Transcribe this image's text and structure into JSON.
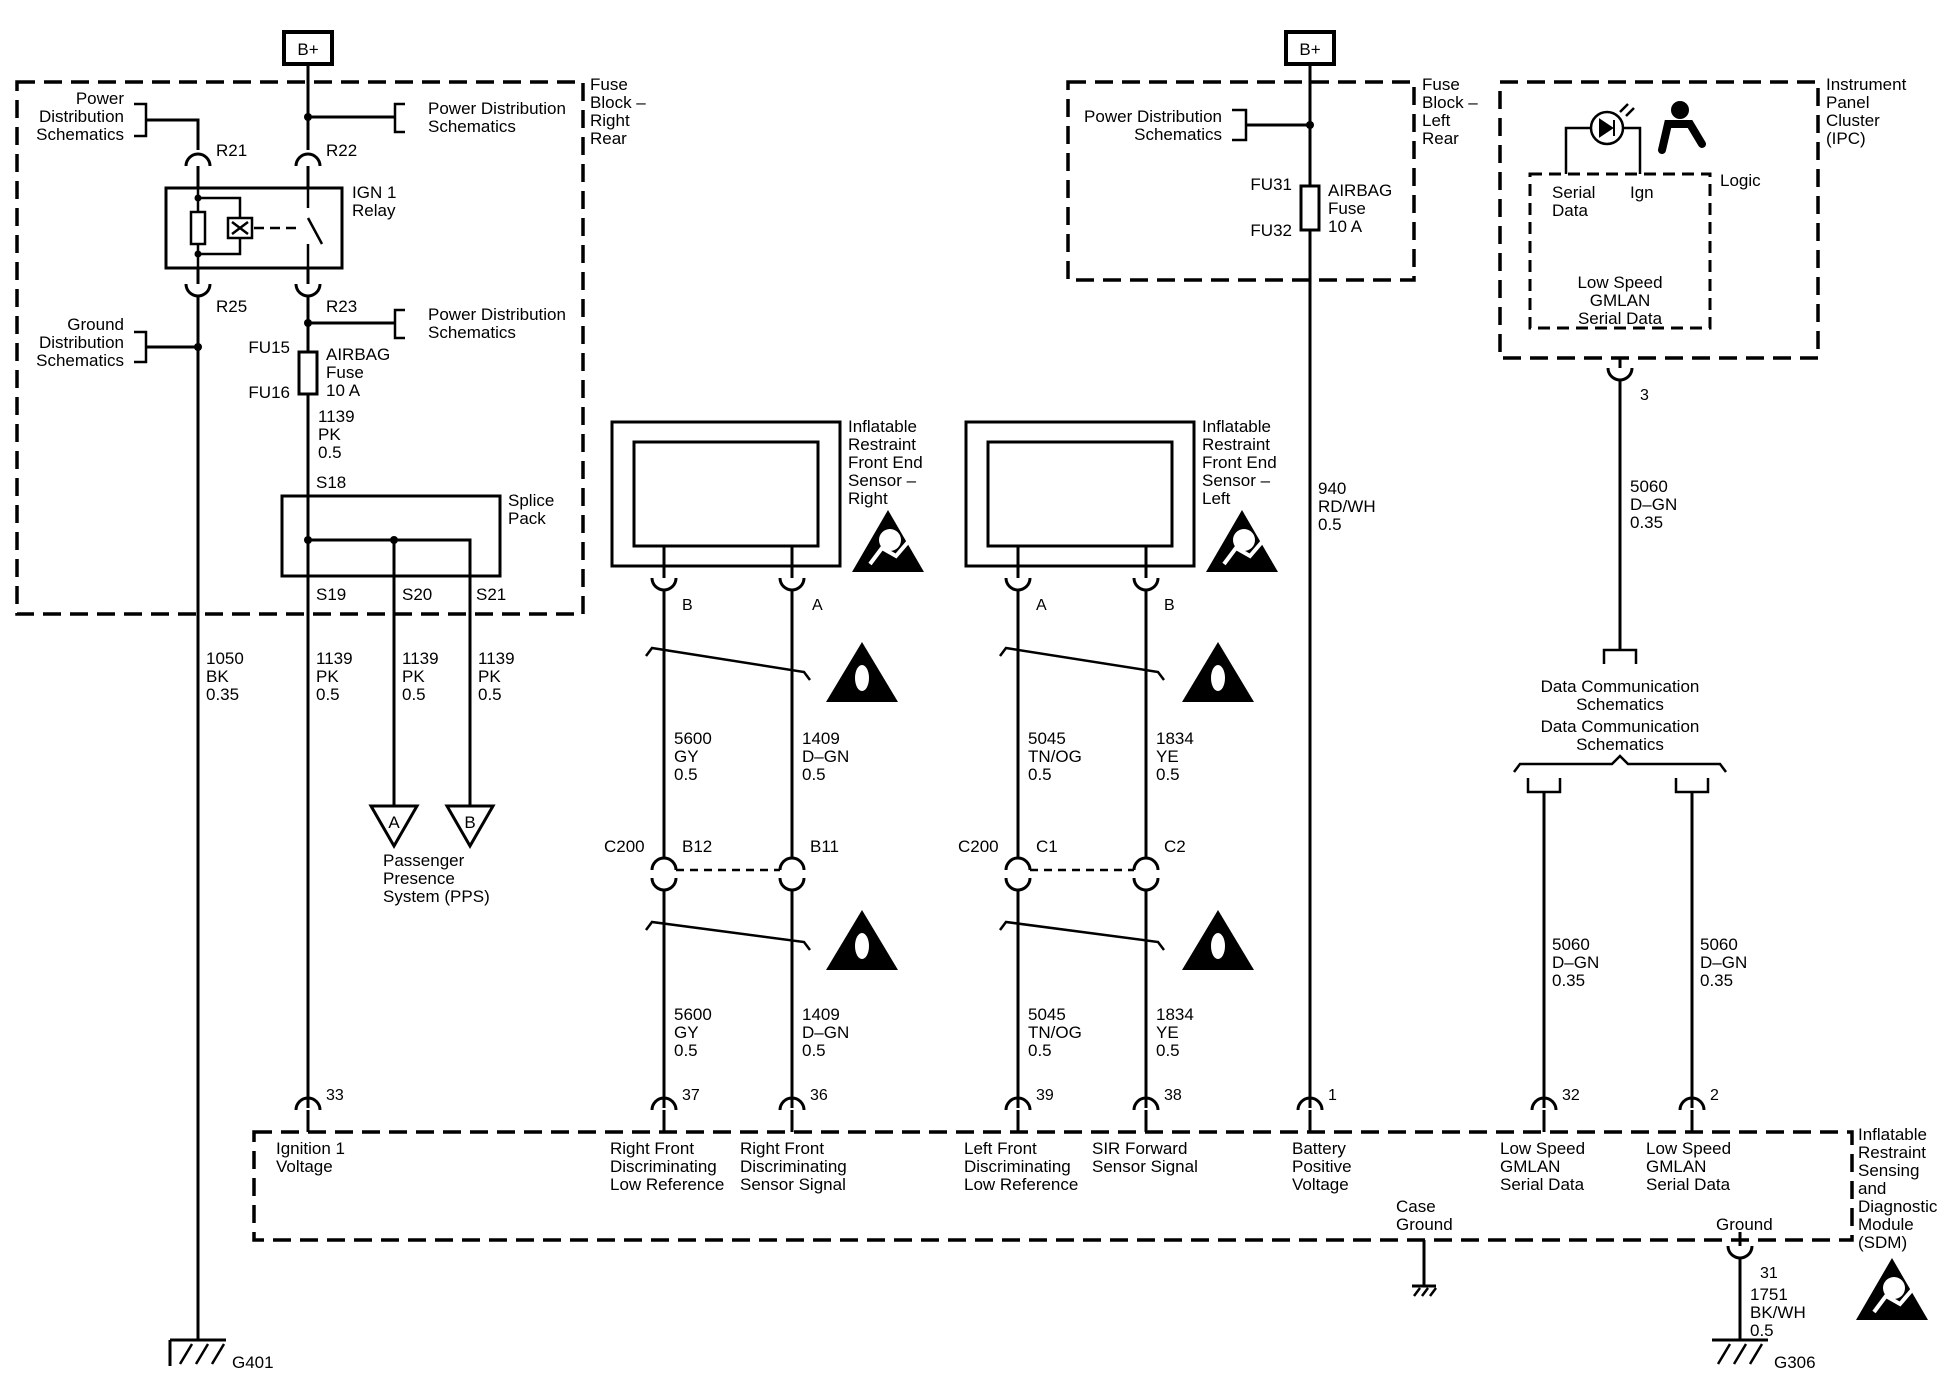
{
  "power": {
    "bplus_1": "B+",
    "bplus_2": "B+"
  },
  "fuse_block_right": {
    "title": [
      "Fuse",
      "Block –",
      "Right",
      "Rear"
    ],
    "power_dist_1": [
      "Power",
      "Distribution",
      "Schematics"
    ],
    "power_dist_2": [
      "Power Distribution",
      "Schematics"
    ],
    "power_dist_3": [
      "Power Distribution",
      "Schematics"
    ],
    "ground_dist": [
      "Ground",
      "Distribution",
      "Schematics"
    ],
    "relay": [
      "IGN 1",
      "Relay"
    ],
    "r21": "R21",
    "r22": "R22",
    "r23": "R23",
    "r25": "R25",
    "fuse": {
      "top": "FU15",
      "bottom": "FU16",
      "label": [
        "AIRBAG",
        "Fuse",
        "10 A"
      ]
    },
    "wire_1139": [
      "1139",
      "PK",
      "0.5"
    ],
    "splice": {
      "id": "S18",
      "title": [
        "Splice",
        "Pack"
      ],
      "s19": "S19",
      "s20": "S20",
      "s21": "S21"
    }
  },
  "fuse_block_left": {
    "title": [
      "Fuse",
      "Block –",
      "Left",
      "Rear"
    ],
    "power_dist": [
      "Power Distribution",
      "Schematics"
    ],
    "fuse": {
      "top": "FU31",
      "bottom": "FU32",
      "label": [
        "AIRBAG",
        "Fuse",
        "10 A"
      ]
    }
  },
  "ipc": {
    "title": [
      "Instrument",
      "Panel",
      "Cluster",
      "(IPC)"
    ],
    "logic": "Logic",
    "serial": [
      "Serial",
      "Data"
    ],
    "ign": "Ign",
    "lan": [
      "Low Speed",
      "GMLAN",
      "Serial Data"
    ],
    "pin": "3"
  },
  "wires": {
    "w1050": [
      "1050",
      "BK",
      "0.35"
    ],
    "w1139a": [
      "1139",
      "PK",
      "0.5"
    ],
    "w1139b": [
      "1139",
      "PK",
      "0.5"
    ],
    "w1139c": [
      "1139",
      "PK",
      "0.5"
    ],
    "w940": [
      "940",
      "RD/WH",
      "0.5"
    ],
    "w5060_top": [
      "5060",
      "D–GN",
      "0.35"
    ],
    "w5600a": [
      "5600",
      "GY",
      "0.5"
    ],
    "w1409a": [
      "1409",
      "D–GN",
      "0.5"
    ],
    "w5045a": [
      "5045",
      "TN/OG",
      "0.5"
    ],
    "w1834a": [
      "1834",
      "YE",
      "0.5"
    ],
    "w5600b": [
      "5600",
      "GY",
      "0.5"
    ],
    "w1409b": [
      "1409",
      "D–GN",
      "0.5"
    ],
    "w5045b": [
      "5045",
      "TN/OG",
      "0.5"
    ],
    "w1834b": [
      "1834",
      "YE",
      "0.5"
    ],
    "w5060_l": [
      "5060",
      "D–GN",
      "0.35"
    ],
    "w5060_r": [
      "5060",
      "D–GN",
      "0.35"
    ],
    "w1751": [
      "1751",
      "BK/WH",
      "0.5"
    ]
  },
  "pps": {
    "a": "A",
    "b": "B",
    "label": [
      "Passenger",
      "Presence",
      "System (PPS)"
    ]
  },
  "sensor_right": {
    "title": [
      "Inflatable",
      "Restraint",
      "Front End",
      "Sensor –",
      "Right"
    ],
    "pin_b": "B",
    "pin_a": "A"
  },
  "sensor_left": {
    "title": [
      "Inflatable",
      "Restraint",
      "Front End",
      "Sensor –",
      "Left"
    ],
    "pin_a": "A",
    "pin_b": "B"
  },
  "c200": {
    "c200_r": "C200",
    "b12": "B12",
    "b11": "B11",
    "c200_l": "C200",
    "c1": "C1",
    "c2": "C2"
  },
  "datacomm": {
    "line1": [
      "Data Communication",
      "Schematics"
    ],
    "line2": [
      "Data Communication",
      "Schematics"
    ]
  },
  "sdm": {
    "title": [
      "Inflatable",
      "Restraint",
      "Sensing",
      "and",
      "Diagnostic",
      "Module",
      "(SDM)"
    ],
    "pins": {
      "p33": "33",
      "p37": "37",
      "p36": "36",
      "p39": "39",
      "p38": "38",
      "p1": "1",
      "p32": "32",
      "p2": "2",
      "p31": "31"
    },
    "ign": [
      "Ignition 1",
      "Voltage"
    ],
    "rfdlr": [
      "Right Front",
      "Discriminating",
      "Low Reference"
    ],
    "rfdss": [
      "Right Front",
      "Discriminating",
      "Sensor Signal"
    ],
    "lfdlr": [
      "Left Front",
      "Discriminating",
      "Low Reference"
    ],
    "sirf": [
      "SIR Forward",
      "Sensor Signal"
    ],
    "bpv": [
      "Battery",
      "Positive",
      "Voltage"
    ],
    "lan1": [
      "Low Speed",
      "GMLAN",
      "Serial Data"
    ],
    "lan2": [
      "Low Speed",
      "GMLAN",
      "Serial Data"
    ],
    "case_ground": [
      "Case",
      "Ground"
    ],
    "ground": "Ground"
  },
  "grounds": {
    "g401": "G401",
    "g306": "G306"
  }
}
